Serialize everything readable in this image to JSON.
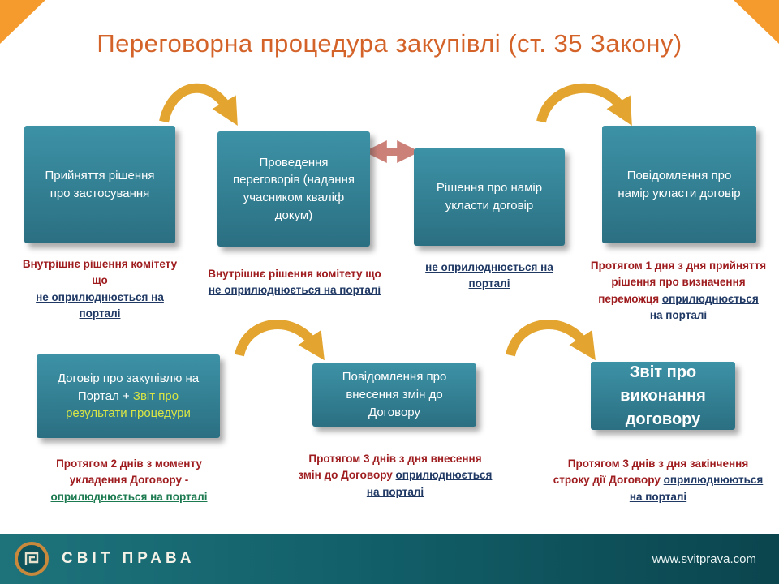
{
  "title": "Переговорна процедура закупівлі (ст. 35 Закону)",
  "colors": {
    "title_text": "#D4632A",
    "corner_accent": "#F59B2D",
    "box_grad_top": "#3D92A6",
    "box_grad_bottom": "#2B6F82",
    "box_yellow": "#D9E544",
    "arrow_gold": "#E3A52F",
    "arrow_salmon": "#CC8178",
    "note_red": "#9E1B1E",
    "note_navy": "#1F3864",
    "note_green": "#1C7A50",
    "footer_dark_1": "#1E737B",
    "footer_dark_2": "#0B454E",
    "logo_ring": "#C9893C"
  },
  "boxes": [
    {
      "id": "decision-application",
      "segments": [
        {
          "t": "Прийняття рішення\nпро застосування",
          "s": "white"
        }
      ]
    },
    {
      "id": "negotiations",
      "segments": [
        {
          "t": "Проведення\nпереговорів (надання\nучасником кваліф\nдокум)",
          "s": "white"
        }
      ]
    },
    {
      "id": "intent-decision",
      "segments": [
        {
          "t": "Рішення про намір\nукласти договір",
          "s": "white"
        }
      ]
    },
    {
      "id": "intent-notice",
      "segments": [
        {
          "t": "Повідомлення про\nнамір укласти договір",
          "s": "white"
        }
      ]
    },
    {
      "id": "contract-upload",
      "segments": [
        {
          "t": "Договір про закупівлю на\nПортал + ",
          "s": "white"
        },
        {
          "t": "Звіт про\nрезультати процедури",
          "s": "yellow"
        }
      ]
    },
    {
      "id": "changes-notice",
      "segments": [
        {
          "t": "Повідомлення про\nвнесення змін до\nДоговору",
          "s": "white"
        }
      ]
    },
    {
      "id": "performance-report",
      "segments": [
        {
          "t": "Звіт про\nвиконання\nдоговору",
          "s": "white"
        }
      ]
    }
  ],
  "annotations": [
    {
      "id": "note-decision-application",
      "segments": [
        {
          "t": "Внутрішнє рішення комітету\nщо\n",
          "s": "red"
        },
        {
          "t": "не оприлюднюється на\nпорталі",
          "s": "navy"
        }
      ]
    },
    {
      "id": "note-negotiations",
      "segments": [
        {
          "t": "Внутрішнє рішення комітету що\n",
          "s": "red"
        },
        {
          "t": "не оприлюднюється на порталі",
          "s": "navy"
        }
      ]
    },
    {
      "id": "note-intent-decision",
      "segments": [
        {
          "t": "не оприлюднюється на\nпорталі",
          "s": "navy"
        }
      ]
    },
    {
      "id": "note-intent-notice",
      "segments": [
        {
          "t": "Протягом 1 дня з дня прийняття\nрішення про визначення\nпереможця ",
          "s": "red"
        },
        {
          "t": "оприлюднюється\nна порталі",
          "s": "navy"
        }
      ]
    },
    {
      "id": "note-contract-upload",
      "segments": [
        {
          "t": "Протягом 2 днів з моменту\nукладення Договору -\n",
          "s": "red"
        },
        {
          "t": "оприлюднюється на порталі",
          "s": "green"
        }
      ]
    },
    {
      "id": "note-changes-notice",
      "segments": [
        {
          "t": "Протягом 3 днів з дня внесення\nзмін до Договору ",
          "s": "red"
        },
        {
          "t": "оприлюднюється\nна порталі",
          "s": "navy"
        }
      ]
    },
    {
      "id": "note-performance-report",
      "segments": [
        {
          "t": "Протягом 3 днів з дня закінчення\nстроку дії Договору ",
          "s": "red"
        },
        {
          "t": "оприлюднюються\nна порталі",
          "s": "navy"
        }
      ]
    }
  ],
  "footer": {
    "brand": "СВІТ ПРАВА",
    "url": "www.svitprava.com"
  }
}
